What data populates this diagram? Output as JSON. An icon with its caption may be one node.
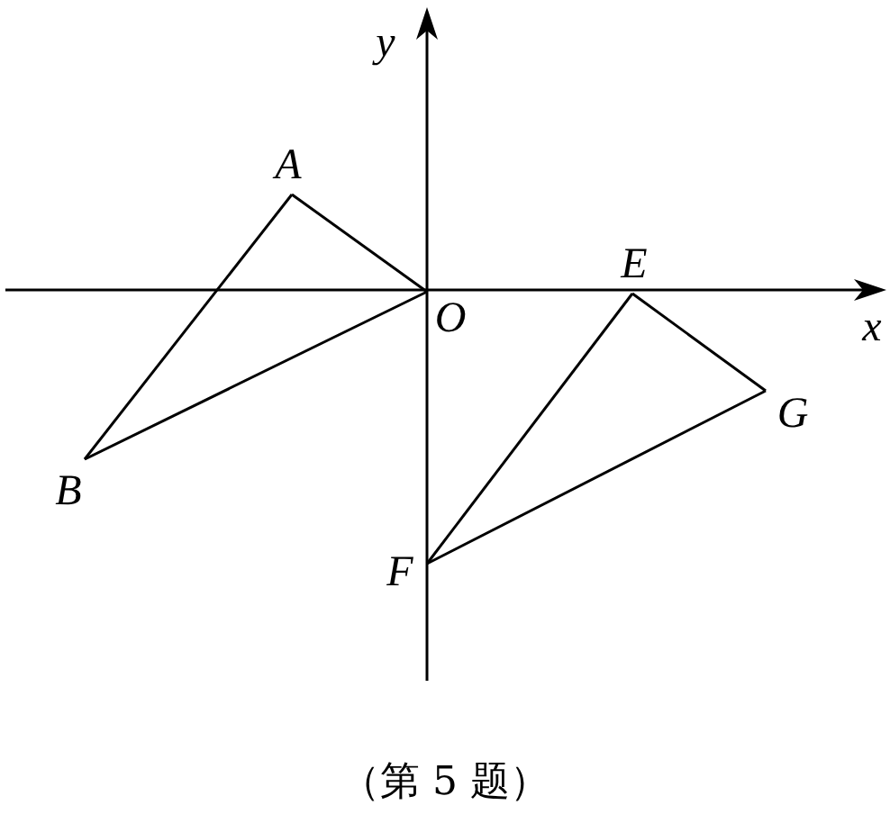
{
  "diagram": {
    "caption": "（第 5 题）",
    "nodes": [
      {
        "text": [
          "A"
        ]
      },
      {
        "text": [
          "B"
        ]
      },
      {
        "text": [
          "O"
        ]
      },
      {
        "text": [
          "E"
        ]
      },
      {
        "text": [
          "G"
        ]
      },
      {
        "text": [
          "F"
        ]
      }
    ],
    "edges": [
      {
        "from": 0,
        "to": 2,
        "arrow": "none"
      },
      {
        "from": 0,
        "to": 1,
        "arrow": "none"
      },
      {
        "from": 1,
        "to": 2,
        "arrow": "none"
      },
      {
        "from": 3,
        "to": 5,
        "arrow": "none"
      },
      {
        "from": 5,
        "to": 4,
        "arrow": "none"
      },
      {
        "from": 4,
        "to": 3,
        "arrow": "none"
      }
    ],
    "labels": [
      "x",
      "y"
    ]
  }
}
